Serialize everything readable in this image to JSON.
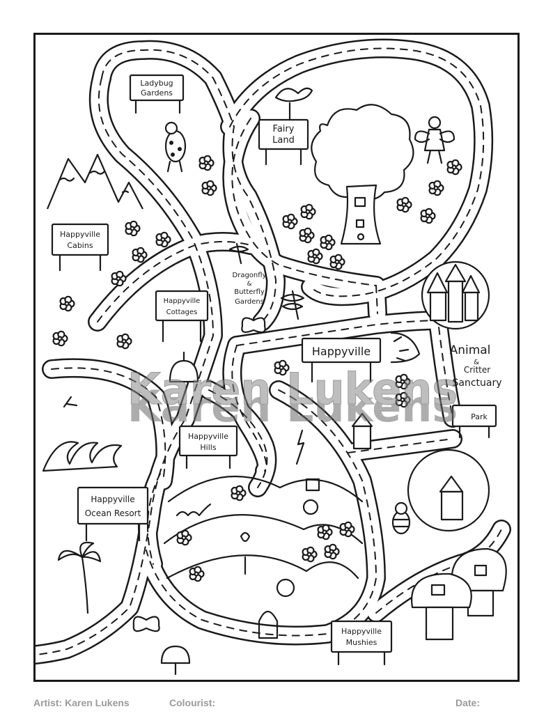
{
  "signs": {
    "ladybug_gardens": [
      "Ladybug",
      "Gardens"
    ],
    "fairy_land": [
      "Fairy",
      "Land"
    ],
    "happyville_cabins": [
      "Happyville",
      "Cabins"
    ],
    "happyville_cottages": [
      "Happyville",
      "Cottages"
    ],
    "happyville": "Happyville",
    "happyville_hills": [
      "Happyville",
      "Hills"
    ],
    "happyville_ocean_resort": [
      "Happyville",
      "Ocean Resort"
    ],
    "happyville_mushies": [
      "Happyville",
      "Mushies"
    ],
    "pet_park": "Park"
  },
  "labels": {
    "dragonfly_gardens": [
      "Dragonfly",
      "&",
      "Butterfly",
      "Gardens"
    ],
    "animal_sanctuary": [
      "Animal",
      "&",
      "Critter",
      "Sanctuary"
    ]
  },
  "watermark": "Karen Lukens",
  "footer": {
    "artist": "Artist: Karen Lukens",
    "colourist": "Colourist:",
    "date": "Date:"
  }
}
